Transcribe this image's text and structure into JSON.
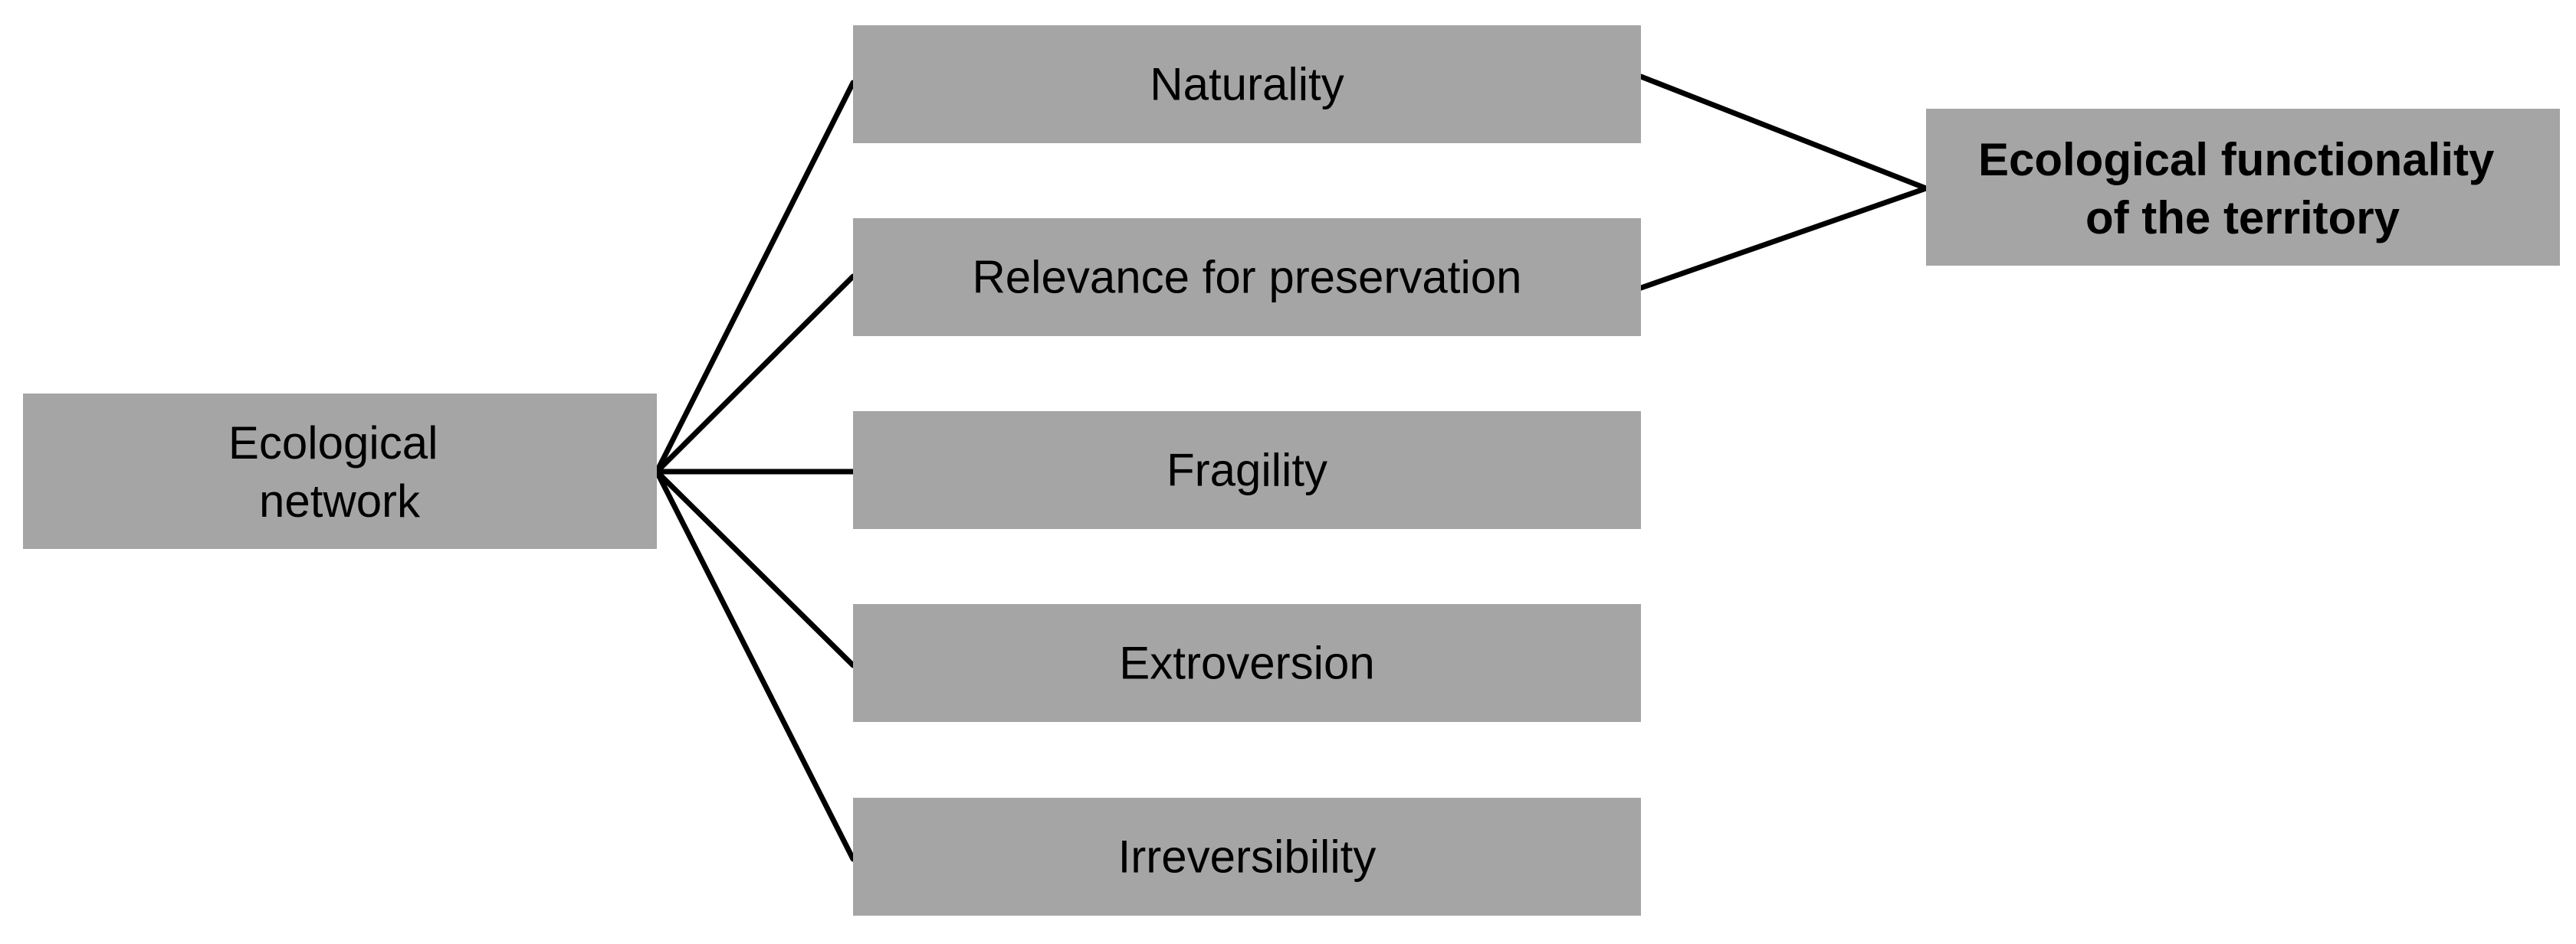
{
  "colors": {
    "box_fill": "#a5a5a5",
    "line": "#000000",
    "text": "#000000"
  },
  "source": {
    "line1": "Ecological",
    "line2": "network"
  },
  "criteria": [
    {
      "label": "Naturality"
    },
    {
      "label": "Relevance for preservation"
    },
    {
      "label": "Fragility"
    },
    {
      "label": "Extroversion"
    },
    {
      "label": "Irreversibility"
    }
  ],
  "target": {
    "line1": "Ecological functionality",
    "line2": "of the territory"
  }
}
